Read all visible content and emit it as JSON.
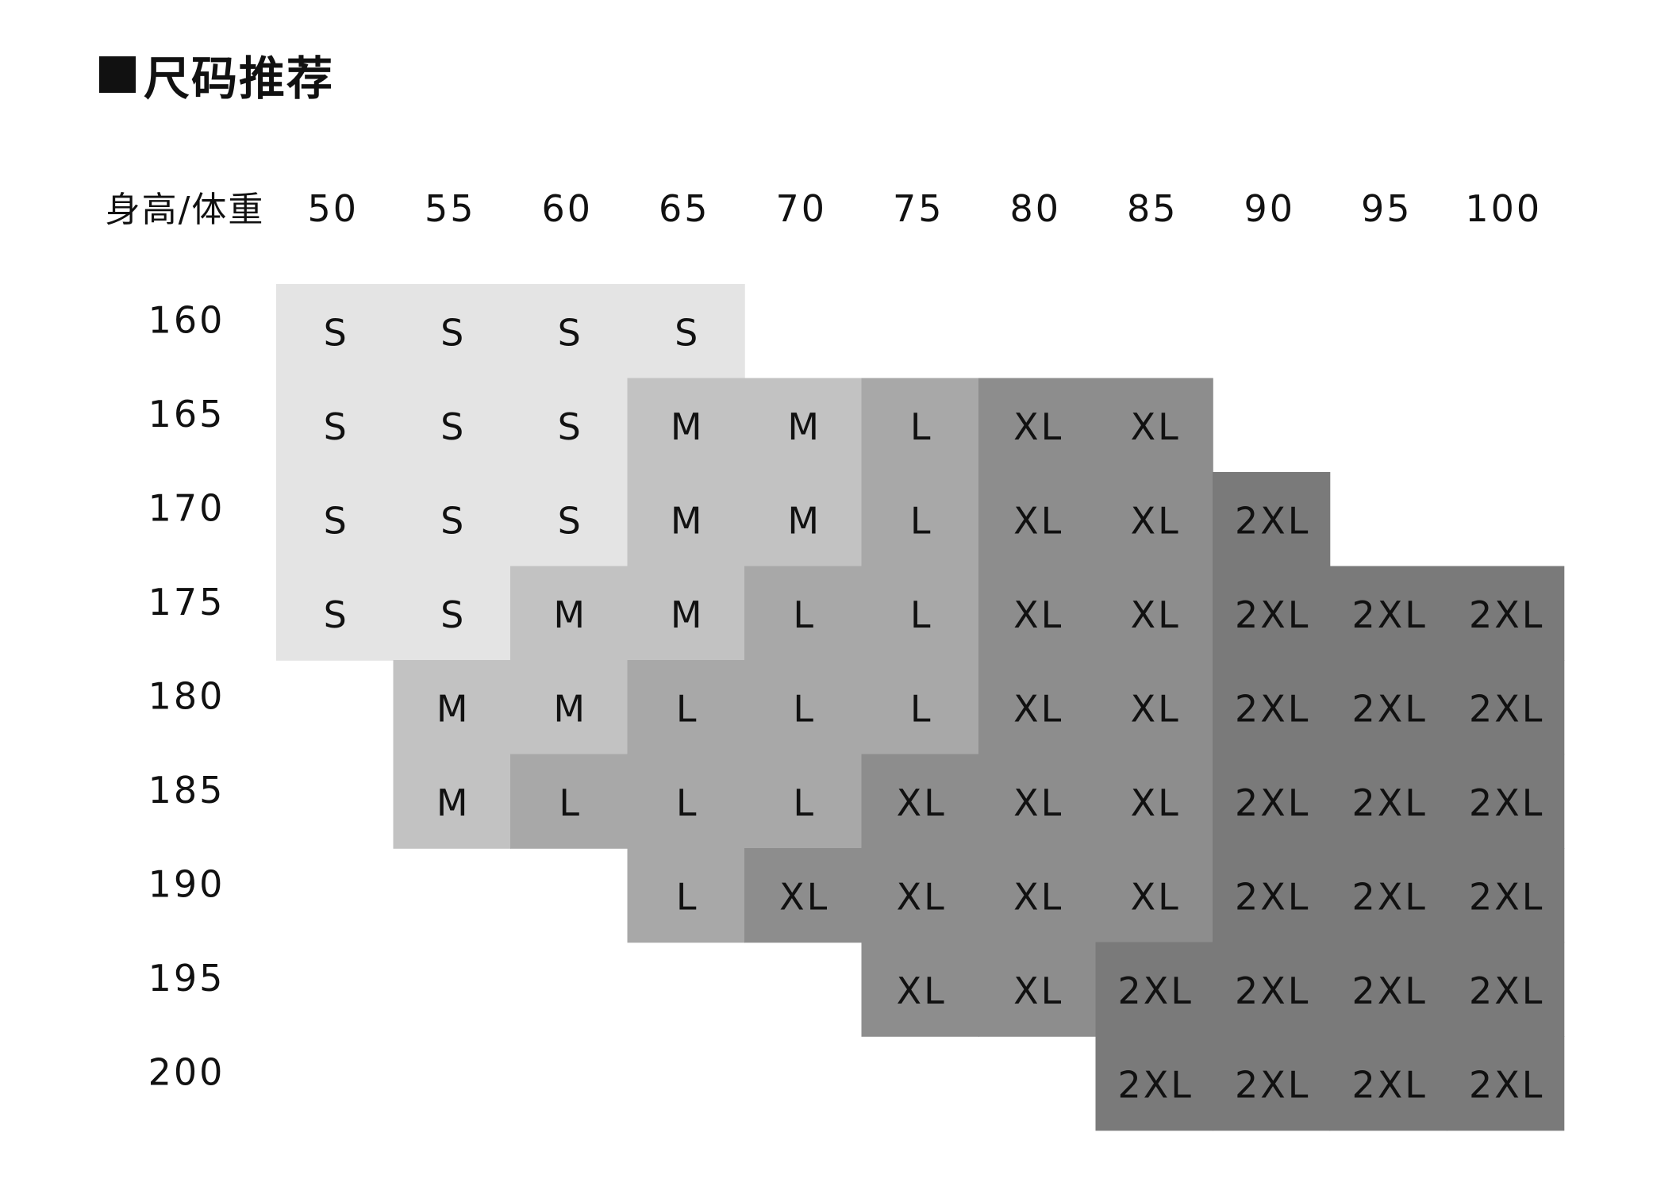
{
  "header": {
    "title": "尺码推荐"
  },
  "table": {
    "corner_label": "身高/体重",
    "weights": [
      "50",
      "55",
      "60",
      "65",
      "70",
      "75",
      "80",
      "85",
      "90",
      "95",
      "100"
    ],
    "heights": [
      "160",
      "165",
      "170",
      "175",
      "180",
      "185",
      "190",
      "195",
      "200"
    ],
    "cells": [
      [
        "S",
        "S",
        "S",
        "S",
        "",
        "",
        "",
        "",
        "",
        "",
        ""
      ],
      [
        "S",
        "S",
        "S",
        "M",
        "M",
        "L",
        "XL",
        "XL",
        "",
        "",
        ""
      ],
      [
        "S",
        "S",
        "S",
        "M",
        "M",
        "L",
        "XL",
        "XL",
        "2XL",
        "",
        ""
      ],
      [
        "S",
        "S",
        "M",
        "M",
        "L",
        "L",
        "XL",
        "XL",
        "2XL",
        "2XL",
        "2XL"
      ],
      [
        "",
        "M",
        "M",
        "L",
        "L",
        "L",
        "XL",
        "XL",
        "2XL",
        "2XL",
        "2XL"
      ],
      [
        "",
        "M",
        "L",
        "L",
        "L",
        "XL",
        "XL",
        "XL",
        "2XL",
        "2XL",
        "2XL"
      ],
      [
        "",
        "",
        "",
        "L",
        "XL",
        "XL",
        "XL",
        "XL",
        "2XL",
        "2XL",
        "2XL"
      ],
      [
        "",
        "",
        "",
        "",
        "",
        "XL",
        "XL",
        "2XL",
        "2XL",
        "2XL",
        "2XL"
      ],
      [
        "",
        "",
        "",
        "",
        "",
        "",
        "",
        "2XL",
        "2XL",
        "2XL",
        "2XL"
      ]
    ],
    "size_colors": {
      "S": "#e4e4e4",
      "M": "#c2c2c2",
      "L": "#a8a8a8",
      "XL": "#8d8d8d",
      "2XL": "#7a7a7a"
    }
  }
}
